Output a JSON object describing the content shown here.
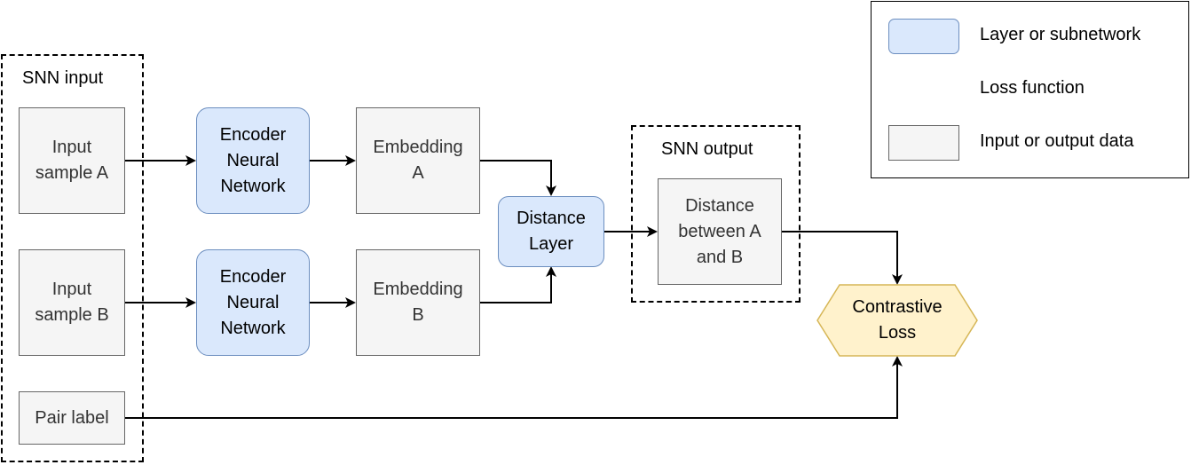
{
  "colors": {
    "layer_fill": "#dae8fc",
    "layer_stroke": "#6c8ebf",
    "loss_fill": "#fff2cc",
    "loss_stroke": "#d6b656",
    "data_fill": "#f5f5f5",
    "data_stroke": "#666666"
  },
  "groups": {
    "input": "SNN input",
    "output": "SNN output"
  },
  "nodes": {
    "input_a": "Input\nsample A",
    "input_b": "Input\nsample B",
    "pair_label": "Pair label",
    "encoder_a": "Encoder\nNeural\nNetwork",
    "encoder_b": "Encoder\nNeural\nNetwork",
    "embedding_a": "Embedding\nA",
    "embedding_b": "Embedding\nB",
    "distance_layer": "Distance\nLayer",
    "distance_output": "Distance\nbetween A\nand B",
    "contrastive_loss": "Contrastive\nLoss"
  },
  "legend": {
    "layer": "Layer or subnetwork",
    "loss": "Loss function",
    "data": "Input or output data"
  }
}
